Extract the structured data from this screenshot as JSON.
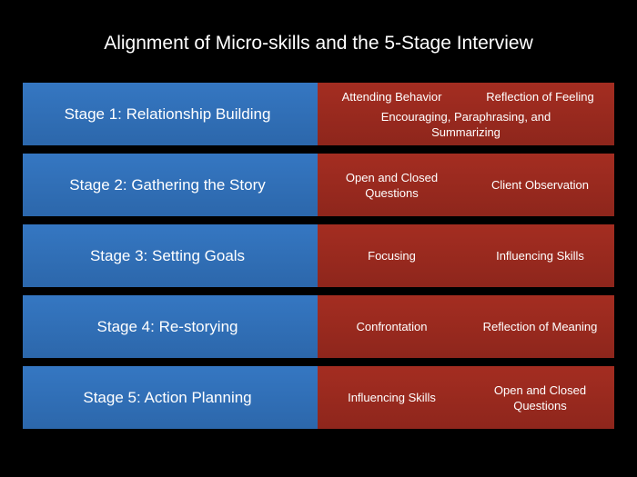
{
  "title": "Alignment of Micro-skills and the 5-Stage Interview",
  "colors": {
    "background": "#000000",
    "stage_box": "#2f6db3",
    "skills_box": "#9a2a1f",
    "text": "#ffffff"
  },
  "stages": [
    {
      "label": "Stage 1: Relationship Building",
      "skills": [
        "Attending Behavior",
        "Reflection of Feeling",
        "Encouraging, Paraphrasing, and Summarizing"
      ]
    },
    {
      "label": "Stage 2: Gathering the Story",
      "skills": [
        "Open and Closed Questions",
        "Client Observation"
      ]
    },
    {
      "label": "Stage 3: Setting Goals",
      "skills": [
        "Focusing",
        "Influencing Skills"
      ]
    },
    {
      "label": "Stage 4: Re-storying",
      "skills": [
        "Confrontation",
        "Reflection of Meaning"
      ]
    },
    {
      "label": "Stage 5: Action Planning",
      "skills": [
        "Influencing Skills",
        "Open and Closed Questions"
      ]
    }
  ]
}
